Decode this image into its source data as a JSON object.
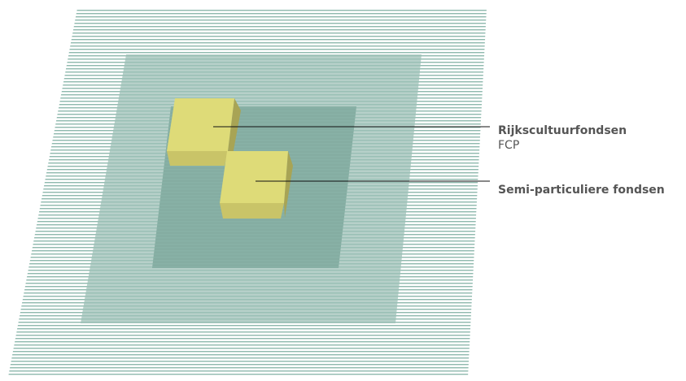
{
  "diagram": {
    "labels": [
      {
        "title": "Rijkscultuurfondsen",
        "subtitle": "FCP"
      },
      {
        "title": "Semi-particuliere fondsen",
        "subtitle": ""
      }
    ],
    "colors": {
      "stripe": "#8fb9ae",
      "middle_plane": "#a9c8bf",
      "inner_plane": "#7fa99d",
      "cube_top": "#dedb78",
      "cube_side": "#a8a455",
      "cube_bottom": "#c9c468",
      "leader_line": "#111111",
      "label_text": "#555555"
    }
  }
}
